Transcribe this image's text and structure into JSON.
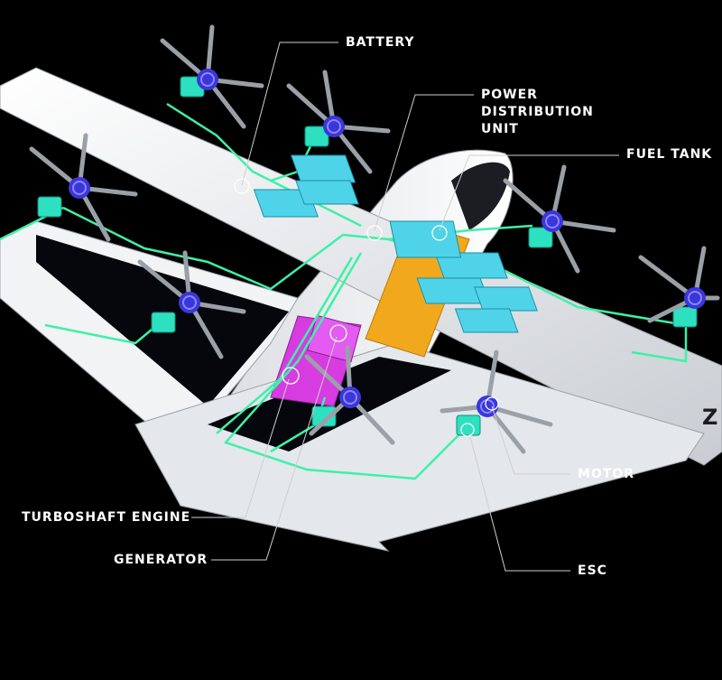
{
  "labels": {
    "battery": "BATTERY",
    "pdu": "POWER\nDISTRIBUTION\nUNIT",
    "fuel_tank": "FUEL TANK",
    "motor": "MOTOR",
    "turboshaft": "TURBOSHAFT ENGINE",
    "generator": "GENERATOR",
    "esc": "ESC"
  },
  "tail_mark": "Z",
  "colors": {
    "background": "#000000",
    "airframe": "#e9ecef",
    "battery": "#4fd3e8",
    "esc": "#2de0c0",
    "wiring": "#3ef0a8",
    "fuel_tank": "#f2a81d",
    "engine": "#d63ce0",
    "motor_hub": "#3b36d9",
    "callout": "#cfcfcf"
  },
  "icons": [
    "propeller-icon",
    "motor-icon",
    "esc-icon",
    "battery-icon"
  ]
}
